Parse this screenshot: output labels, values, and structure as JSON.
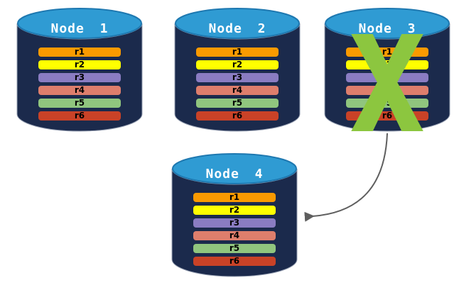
{
  "nodes": [
    {
      "label": "Node 1",
      "records": [
        {
          "label": "r1",
          "color": "#FA9A00"
        },
        {
          "label": "r2",
          "color": "#FFFF00"
        },
        {
          "label": "r3",
          "color": "#8A7CC2"
        },
        {
          "label": "r4",
          "color": "#DE7E6C"
        },
        {
          "label": "r5",
          "color": "#90C57E"
        },
        {
          "label": "r6",
          "color": "#C94227"
        }
      ]
    },
    {
      "label": "Node 2",
      "records": [
        {
          "label": "r1",
          "color": "#FA9A00"
        },
        {
          "label": "r2",
          "color": "#FFFF00"
        },
        {
          "label": "r3",
          "color": "#8A7CC2"
        },
        {
          "label": "r4",
          "color": "#DE7E6C"
        },
        {
          "label": "r5",
          "color": "#90C57E"
        },
        {
          "label": "r6",
          "color": "#C94227"
        }
      ]
    },
    {
      "label": "Node 3",
      "records": [
        {
          "label": "r1",
          "color": "#FA9A00"
        },
        {
          "label": "r2",
          "color": "#FFFF00"
        },
        {
          "label": "r3",
          "color": "#8A7CC2"
        },
        {
          "label": "r4",
          "color": "#DE7E6C"
        },
        {
          "label": "r5",
          "color": "#90C57E"
        },
        {
          "label": "r6",
          "color": "#C94227"
        }
      ]
    },
    {
      "label": "Node 4",
      "records": [
        {
          "label": "r1",
          "color": "#FA9A00"
        },
        {
          "label": "r2",
          "color": "#FFFF00"
        },
        {
          "label": "r3",
          "color": "#8A7CC2"
        },
        {
          "label": "r4",
          "color": "#DE7E6C"
        },
        {
          "label": "r5",
          "color": "#90C57E"
        },
        {
          "label": "r6",
          "color": "#C94227"
        }
      ]
    }
  ],
  "cylinder": {
    "body_color": "#1B2A4C",
    "edge_color": "#9AA3B5",
    "top_color": "#2F9BD3",
    "top_border_color": "#1E78B0",
    "title_color": "#FFFFFF"
  },
  "records_style": {
    "text_color": "#000000"
  },
  "failure_mark": {
    "icon": "x-mark",
    "color": "#8CC63F",
    "on_node": "Node 3"
  },
  "arrow": {
    "color": "#5E5E5E",
    "from": "Node 3",
    "to": "Node 4"
  }
}
